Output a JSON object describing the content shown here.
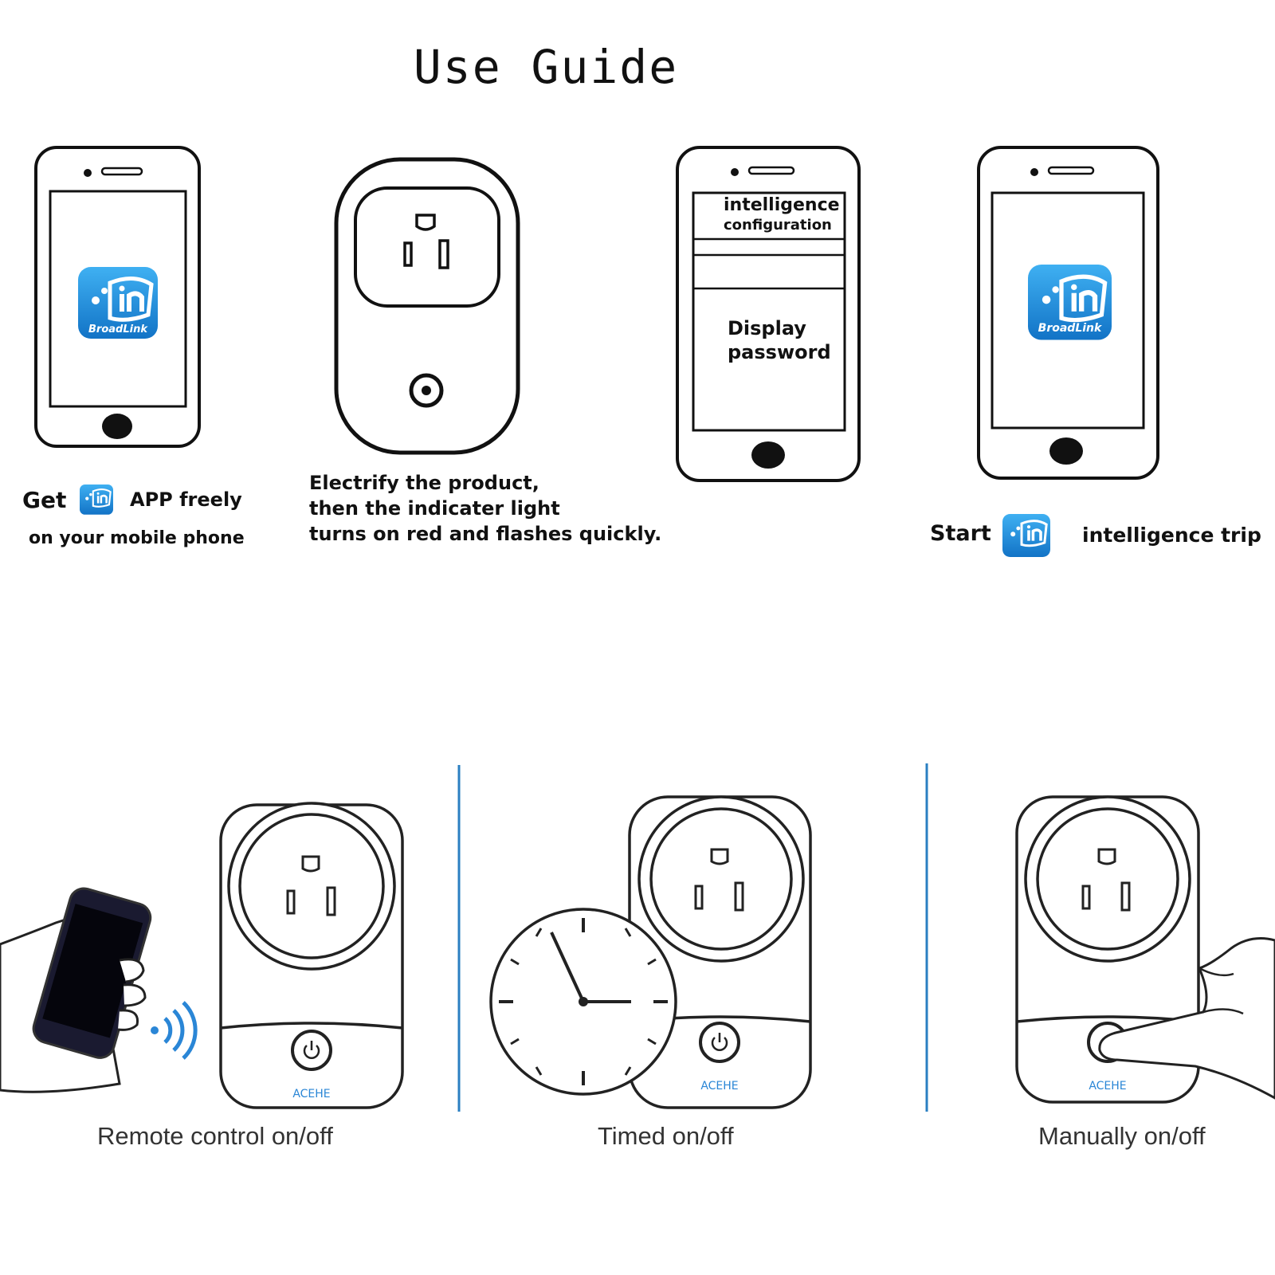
{
  "title": "Use Guide",
  "steps": {
    "step1": {
      "get": "Get",
      "app": "APP freely",
      "line2": "on your mobile phone"
    },
    "step2": {
      "line1": "Electrify the product,",
      "line2": "then the indicater light",
      "line3": "turns on red and flashes quickly."
    },
    "step3": {
      "screen_line1": "intelligence",
      "screen_line2": "configuration",
      "screen_line3": "Display",
      "screen_line4": "password"
    },
    "step4": {
      "start": "Start",
      "trip": "intelligence trip"
    }
  },
  "app_logo": {
    "name": "BroadLink",
    "color": "#1e88d8"
  },
  "features": {
    "remote": "Remote control on/off",
    "timed": "Timed on/off",
    "manual": "Manually on/off"
  },
  "brand": "ACEHE",
  "divider_color": "#2a7fc2"
}
